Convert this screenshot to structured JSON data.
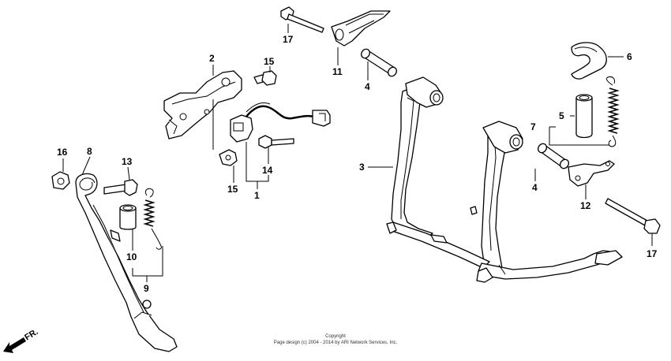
{
  "diagram": {
    "labels": {
      "p1": "1",
      "p2": "2",
      "p3": "3",
      "p4a": "4",
      "p4b": "4",
      "p5": "5",
      "p6": "6",
      "p7": "7",
      "p8": "8",
      "p9": "9",
      "p10": "10",
      "p11": "11",
      "p12": "12",
      "p13": "13",
      "p14": "14",
      "p15a": "15",
      "p15b": "15",
      "p16": "16",
      "p17a": "17",
      "p17b": "17"
    },
    "direction_label": "FR.",
    "copyright_line1": "Copyright",
    "copyright_line2": "Page design (c) 2004 - 2014 by ARI Network Services, Inc."
  }
}
